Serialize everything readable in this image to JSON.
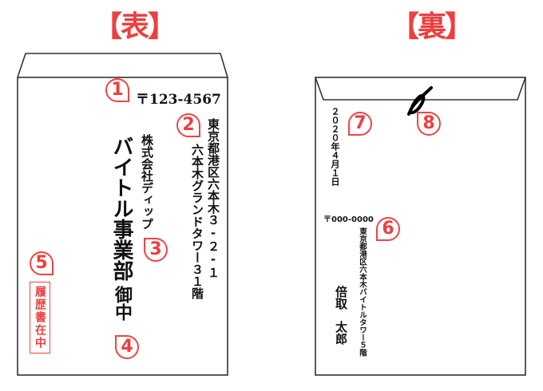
{
  "front": {
    "title": "【表】",
    "postal_code": "〒123-4567",
    "address_line1": "東京都港区六本木３-２-１",
    "address_line2": "六本木グランドタワー３１階",
    "company": "株式会社ディップ",
    "department": "バイトル事業部",
    "honorific": "御中",
    "stamp": "履歴書在中",
    "markers": [
      "1",
      "2",
      "3",
      "4",
      "5"
    ]
  },
  "back": {
    "title": "【裏】",
    "date": "２０２０年４月１日",
    "postal_code": "〒000-0000",
    "address": "東京都港区六本木バイトルタワー５階",
    "sender_surname": "倍取",
    "sender_given": "太郎",
    "seal_mark": "〆",
    "markers": [
      "6",
      "7",
      "8"
    ]
  },
  "colors": {
    "accent_red": "#ee3e3e",
    "line": "#333333"
  }
}
